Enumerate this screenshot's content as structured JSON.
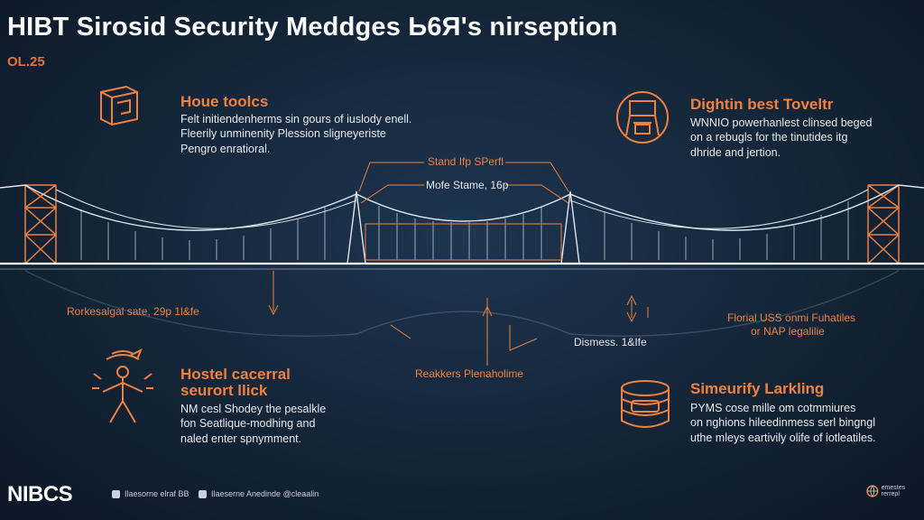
{
  "header": {
    "title": "HIBT Sirosid Security Meddges Ь6Я's nirseption",
    "subtitle": "OL.25"
  },
  "blocks": {
    "top_left": {
      "heading": "Houe toolcs",
      "lines": [
        "Felt initiendenherms sin gours of iuslody enell.",
        "Fleerily unminenity Plession sligneyeriste",
        "Pengro enratioral."
      ],
      "icon": "document-box-icon"
    },
    "top_right": {
      "heading": "Dightin best Toveltr",
      "lines": [
        "WNNIO powerhanlest clinsed beged",
        "on a rebugls  for the tinutides itg",
        "dhride and jertion."
      ],
      "icon": "tower-node-icon"
    },
    "bottom_left": {
      "heading_lines": [
        "Hostel cacerral",
        "seurort llick"
      ],
      "lines": [
        "NM cesl Shodey the pesalkle",
        "fon Seatlique-modhing and",
        "naled enter spnymment."
      ],
      "icon": "person-signal-icon"
    },
    "bottom_right": {
      "heading": "Simeurify Larkling",
      "lines": [
        "PYMS cose mille om cotmmiures",
        "on nghions hileedinmess serl bingngl",
        "uthe mleys eartivily olife of iotleatiles."
      ],
      "icon": "coin-stack-icon"
    }
  },
  "callouts": {
    "stand": "Stand Ifp SPerfl",
    "mof": "Mofe Stame, 16p",
    "left_mid": "Rorkesalgal sate, 29p 1l&fe",
    "right_mid_1": "Florial USS onmi Fuhatiles",
    "right_mid_2": "or NAP legalilie",
    "dismess": "Dismess. 1&Ife",
    "center_low": "Reakkers Plenaholime"
  },
  "footer": {
    "logo": "NIBCS",
    "item1": "Ilaesorne elraf BB",
    "item2": "Ilaeserne Anedinde @cleaalin",
    "right_text": "emestes rerrepl"
  },
  "colors": {
    "accent": "#f0823f",
    "bridge": "#dfe6ef",
    "background": "#142538"
  }
}
